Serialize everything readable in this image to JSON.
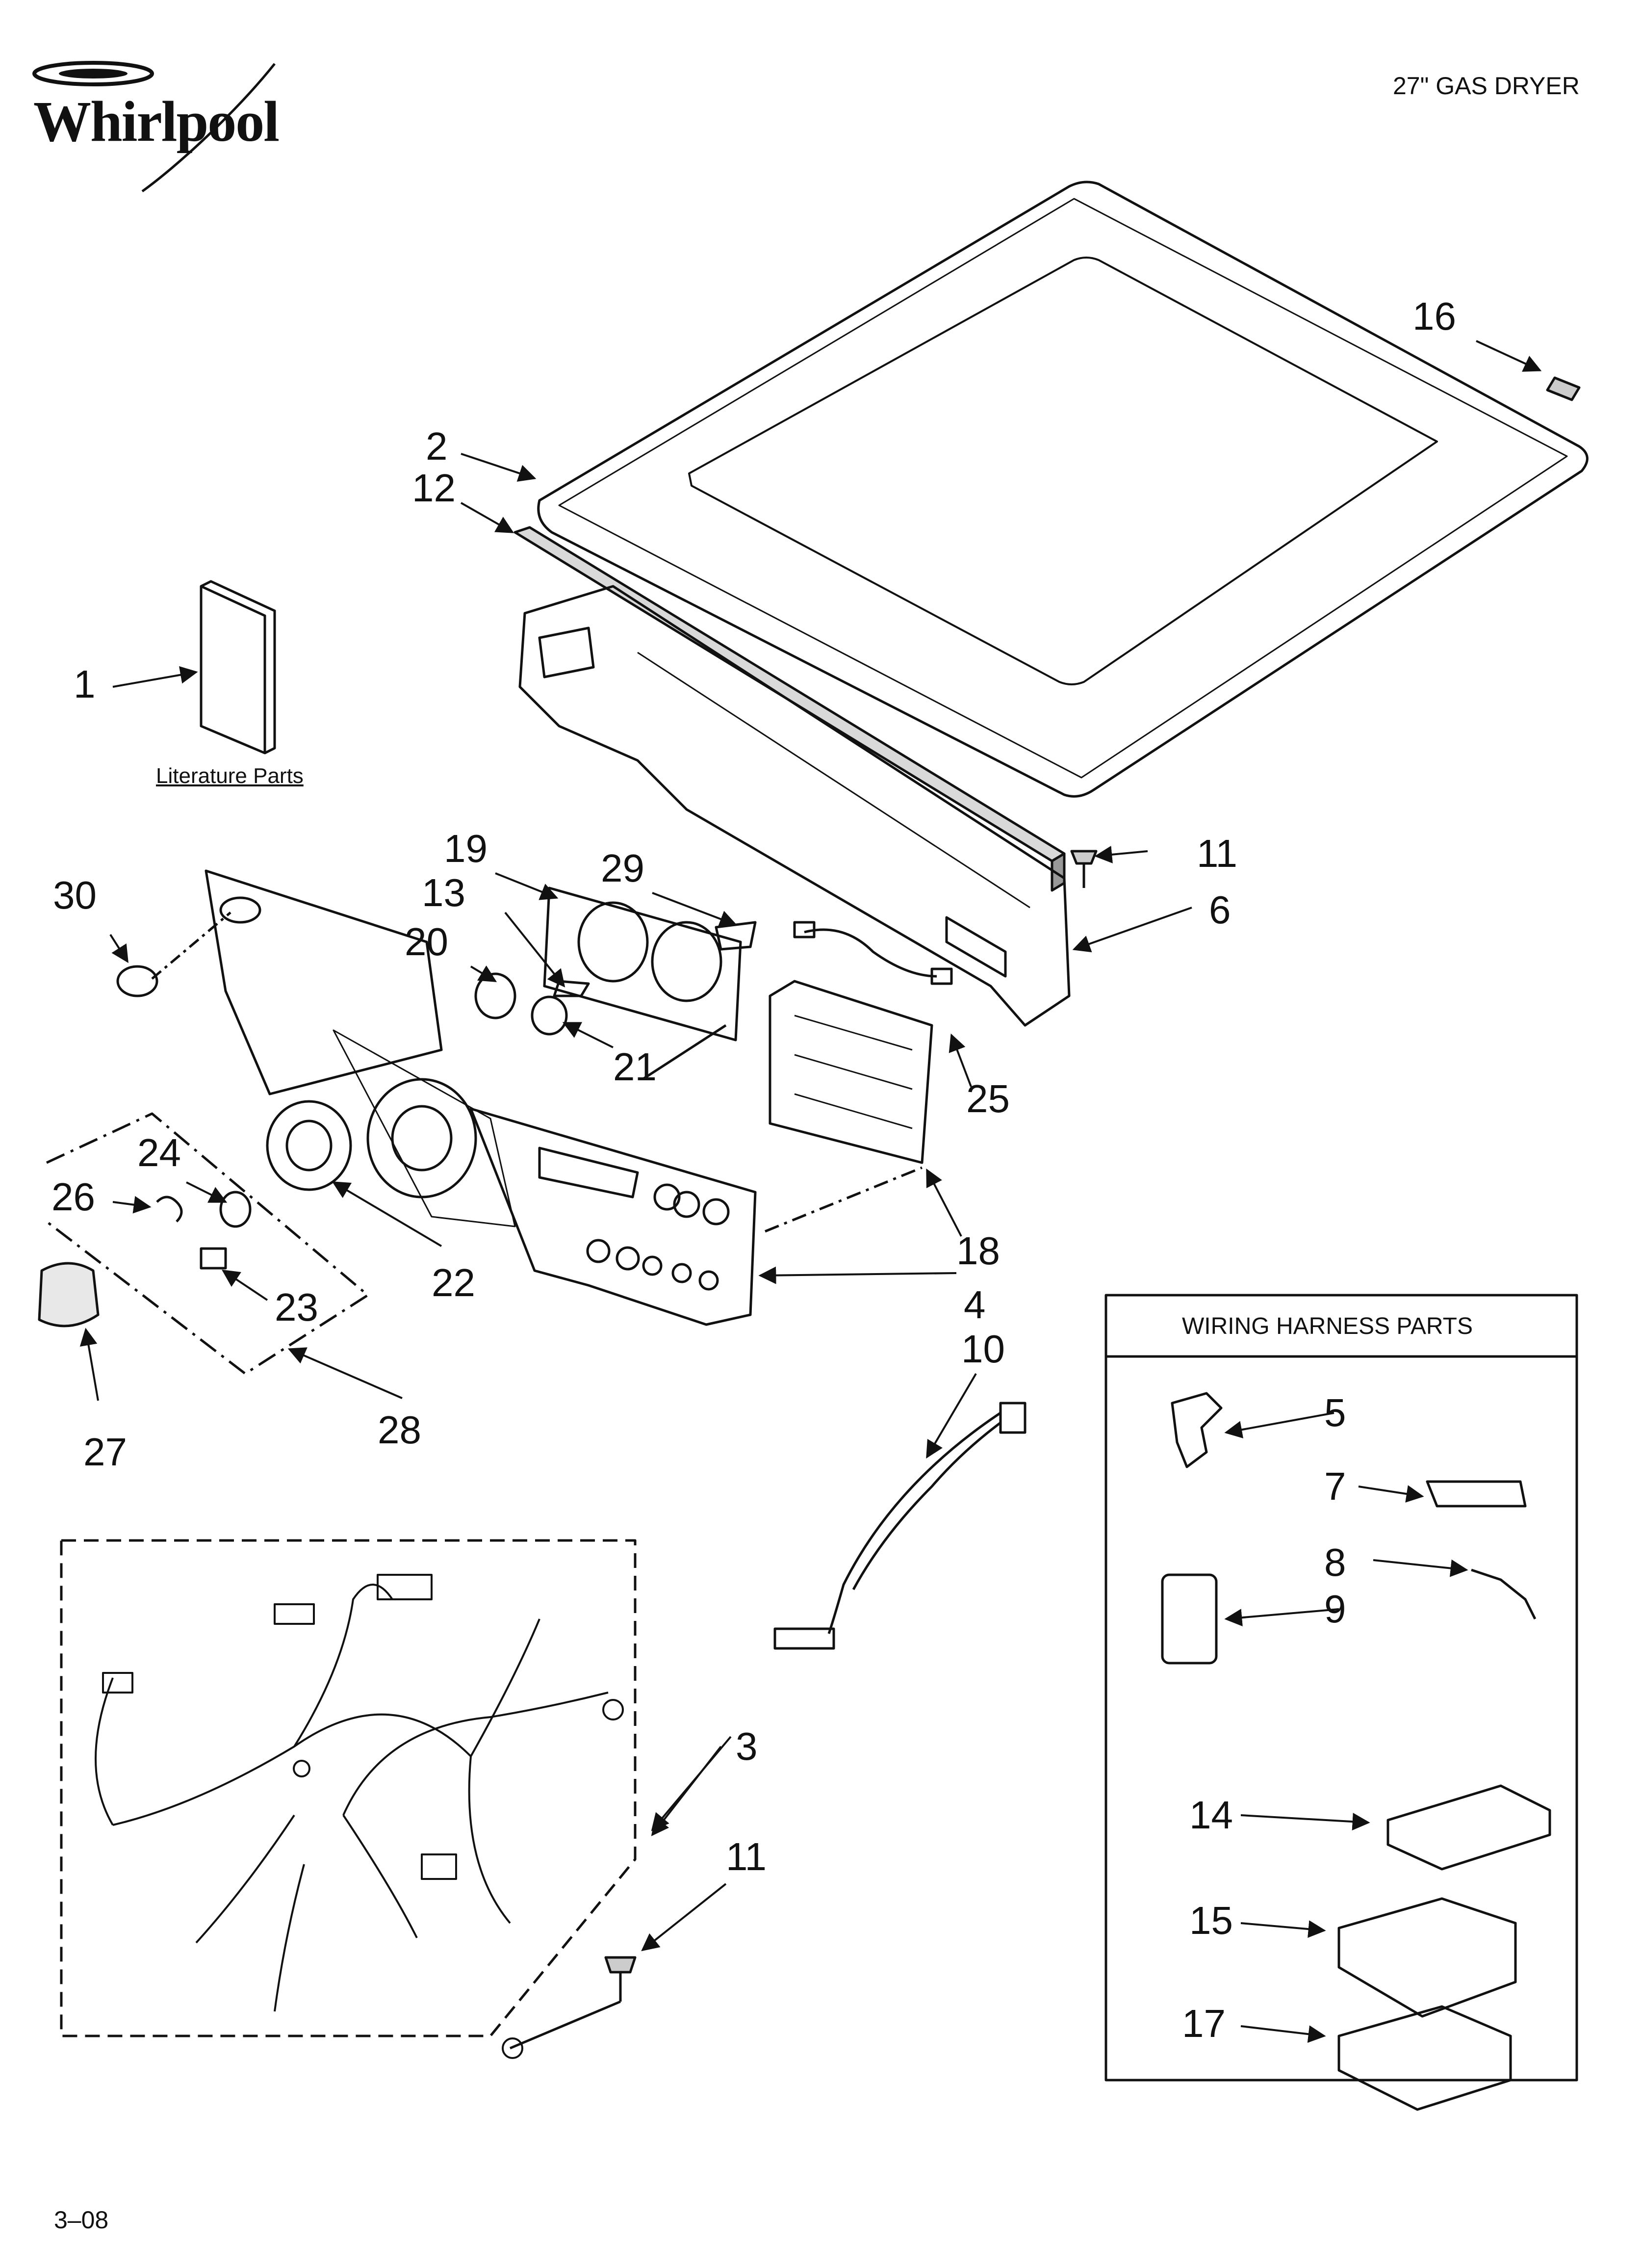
{
  "brand": {
    "logo_text": "Whirlpool"
  },
  "header": {
    "model_title": "27\" GAS DRYER"
  },
  "literature": {
    "label": "Literature Parts"
  },
  "wiring_box": {
    "title": "WIRING HARNESS PARTS"
  },
  "footer": {
    "revision": "3–08"
  },
  "callouts": [
    "1",
    "2",
    "3",
    "4",
    "5",
    "6",
    "7",
    "8",
    "9",
    "10",
    "11",
    "12",
    "13",
    "14",
    "15",
    "16",
    "17",
    "18",
    "19",
    "20",
    "21",
    "22",
    "23",
    "24",
    "25",
    "26",
    "27",
    "28",
    "29",
    "30"
  ],
  "callout_11_second": "11",
  "colors": {
    "ink": "#111111",
    "paper": "#ffffff",
    "shade": "#d9d9d9"
  }
}
